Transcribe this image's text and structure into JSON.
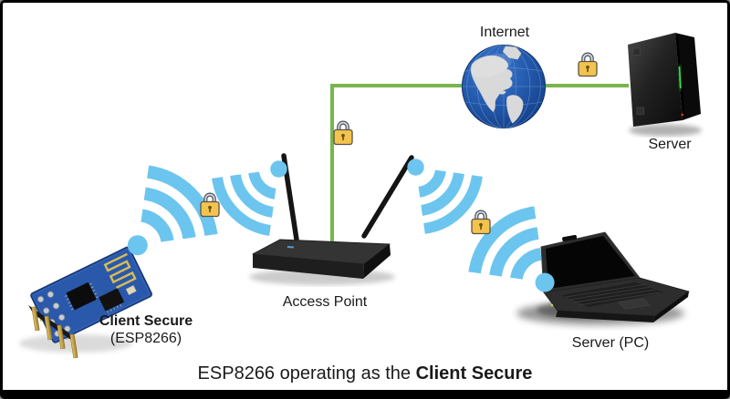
{
  "diagram_title": "ESP8266 operating as the Client Secure",
  "caption": {
    "prefix": "ESP8266 operating as the ",
    "highlight": "Client Secure"
  },
  "nodes": {
    "internet": {
      "label": "Internet"
    },
    "server": {
      "label": "Server"
    },
    "access_point": {
      "label": "Access Point"
    },
    "esp8266": {
      "label": "Client Secure",
      "sublabel": "(ESP8266)"
    },
    "server_pc": {
      "label": "Server (PC)"
    }
  },
  "connections": [
    {
      "from": "esp8266",
      "to": "access_point",
      "type": "wifi",
      "secured": true
    },
    {
      "from": "access_point",
      "to": "server_pc",
      "type": "wifi",
      "secured": true
    },
    {
      "from": "access_point",
      "to": "internet",
      "type": "wired",
      "secured": true
    },
    {
      "from": "internet",
      "to": "server",
      "type": "wired",
      "secured": true
    }
  ],
  "icons": {
    "lock": "padlock-icon",
    "wifi": "wifi-signal-icon",
    "globe": "internet-globe-icon",
    "router": "access-point-router-icon",
    "server_tower": "server-tower-icon",
    "laptop": "laptop-icon",
    "esp_module": "esp8266-module-icon"
  },
  "colors": {
    "wifi_blue": "#6cc5ee",
    "link_green": "#79b54e",
    "lock_gold": "#f3c44d",
    "globe_ocean": "#2058ac",
    "text": "#1a1a1a",
    "background": "#ffffff",
    "border": "#000000"
  }
}
